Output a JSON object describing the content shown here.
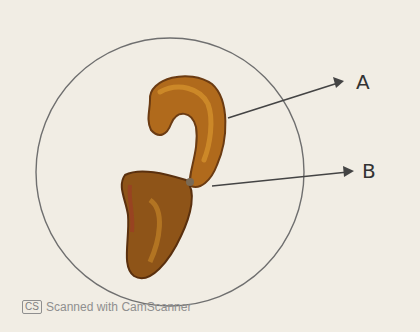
{
  "diagram": {
    "labels": [
      "A",
      "B",
      "CS",
      "Scanned with CamScanner"
    ]
  }
}
